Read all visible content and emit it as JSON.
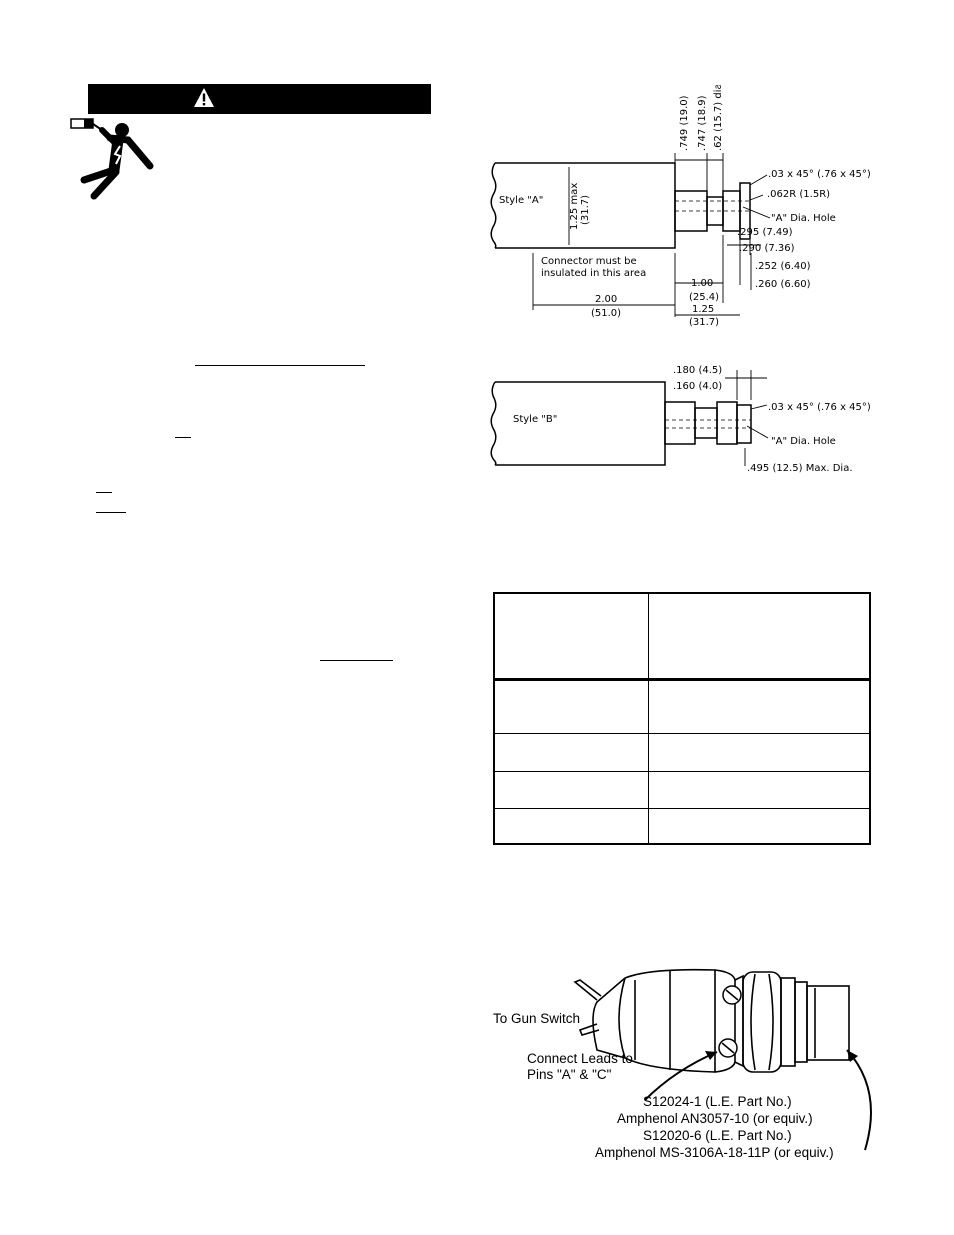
{
  "style_a": {
    "dim_749": ".749 (19.0)",
    "dim_747": ".747 (18.9)",
    "dim_62": ".62 (15.7) dia.",
    "style_label": "Style \"A\"",
    "max_line1": "1.25 max",
    "max_line2": "(31.7)",
    "chamfer": ".03 x 45° (.76 x 45°)",
    "radius": ".062R (1.5R)",
    "hole": "\"A\" Dia. Hole",
    "dim_295": ".295 (7.49)",
    "dim_290": ".290 (7.36)",
    "dim_252": ".252 (6.40)",
    "dim_260": ".260 (6.60)",
    "insulate_1": "Connector must be",
    "insulate_2": "insulated in this area",
    "dim_200": "2.00",
    "dim_510": "(51.0)",
    "dim_100": "1.00",
    "dim_254": "(25.4)",
    "dim_125": "1.25",
    "dim_317": "(31.7)"
  },
  "style_b": {
    "dim_180": ".180 (4.5)",
    "dim_160": ".160 (4.0)",
    "style_label": "Style \"B\"",
    "chamfer": ".03 x  45° (.76 x 45°)",
    "hole": "\"A\" Dia. Hole",
    "max_dia": ".495 (12.5) Max. Dia."
  },
  "connector": {
    "to_gun_switch": "To Gun Switch",
    "connect_1": "Connect Leads to",
    "connect_2": "Pins \"A\" & \"C\"",
    "part_1": "S12024-1 (L.E. Part No.)",
    "part_2": "Amphenol AN3057-10 (or equiv.)",
    "part_3": "S12020-6 (L.E. Part No.)",
    "part_4": "Amphenol MS-3106A-18-11P (or equiv.)"
  }
}
